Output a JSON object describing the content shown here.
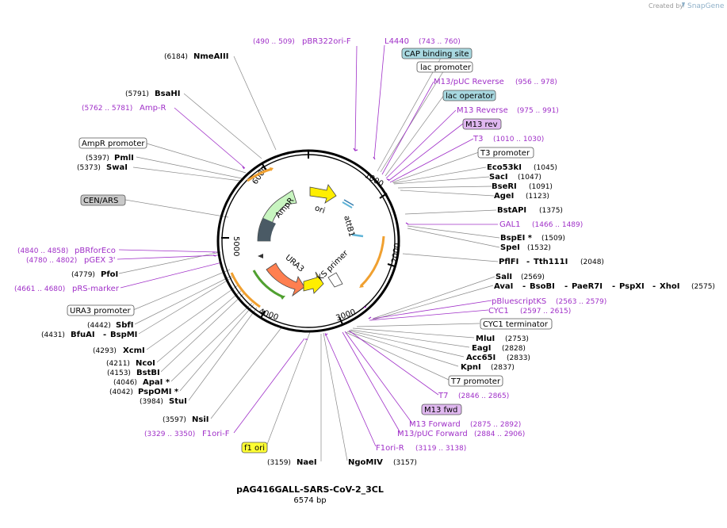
{
  "credit": {
    "created_by": "Created by",
    "brand": "SnapGene"
  },
  "map": {
    "name": "pAG416GALL-SARS-CoV-2_3CL",
    "size": "6574 bp"
  },
  "ticks": [
    "1000",
    "2000",
    "3000",
    "4000",
    "5000",
    "6000"
  ],
  "inner_features": [
    "ori",
    "attB1",
    "AmpR",
    "URA3",
    "KS primer"
  ],
  "enzymes_left": [
    {
      "pos": "(6184)",
      "name": "NmeAIII"
    },
    {
      "pos": "(5791)",
      "name": "BsaHI"
    },
    {
      "pos": "(5397)",
      "name": "PmlI"
    },
    {
      "pos": "(5373)",
      "name": "SwaI"
    },
    {
      "pos": "(4779)",
      "name": "PfoI"
    },
    {
      "pos": "(4442)",
      "name": "SbfI"
    },
    {
      "pos": "(4431)",
      "name": "BfuAI",
      "name2": "BspMI"
    },
    {
      "pos": "(4293)",
      "name": "XcmI"
    },
    {
      "pos": "(4211)",
      "name": "NcoI"
    },
    {
      "pos": "(4153)",
      "name": "BstBI"
    },
    {
      "pos": "(4046)",
      "name": "ApaI *"
    },
    {
      "pos": "(4042)",
      "name": "PspOMI *"
    },
    {
      "pos": "(3984)",
      "name": "StuI"
    },
    {
      "pos": "(3597)",
      "name": "NsiI"
    },
    {
      "pos": "(3159)",
      "name": "NaeI"
    }
  ],
  "features_left": [
    {
      "range": "(5762 .. 5781)",
      "name": "Amp-R"
    },
    {
      "range": "(4840 .. 4858)",
      "name": "pBRforEco"
    },
    {
      "range": "(4780 .. 4802)",
      "name": "pGEX 3'"
    },
    {
      "range": "(4661 .. 4680)",
      "name": "pRS-marker"
    },
    {
      "range": "(3329 .. 3350)",
      "name": "F1ori-F"
    }
  ],
  "boxes_left": [
    "AmpR promoter",
    "CEN/ARS",
    "URA3 promoter",
    "f1 ori"
  ],
  "top_features": [
    {
      "range": "(490 .. 509)",
      "name": "pBR322ori-F"
    },
    {
      "name": "L4440",
      "range": "(743 .. 760)"
    }
  ],
  "boxes_right_top": [
    "CAP binding site",
    "lac promoter",
    "lac operator",
    "M13 rev",
    "T3 promoter"
  ],
  "features_right_top": [
    {
      "name": "M13/pUC Reverse",
      "range": "(956 .. 978)"
    },
    {
      "name": "M13 Reverse",
      "range": "(975 .. 991)"
    },
    {
      "name": "T3",
      "range": "(1010 .. 1030)"
    }
  ],
  "enzymes_right": [
    {
      "name": "Eco53kI",
      "pos": "(1045)"
    },
    {
      "name": "SacI",
      "pos": "(1047)"
    },
    {
      "name": "BseRI",
      "pos": "(1091)"
    },
    {
      "name": "AgeI",
      "pos": "(1123)"
    },
    {
      "name": "BstAPI",
      "pos": "(1375)"
    },
    {
      "name": "BspEI *",
      "pos": "(1509)"
    },
    {
      "name": "SpeI",
      "pos": "(1532)"
    },
    {
      "name": "PflFI",
      "name2": "Tth111I",
      "pos": "(2048)"
    },
    {
      "name": "SalI",
      "pos": "(2569)"
    },
    {
      "name": "AvaI",
      "name2": "BsoBI",
      "name3": "PaeR7I",
      "name4": "PspXI",
      "name5": "XhoI",
      "pos": "(2575)"
    },
    {
      "name": "MluI",
      "pos": "(2753)"
    },
    {
      "name": "EagI",
      "pos": "(2828)"
    },
    {
      "name": "Acc65I",
      "pos": "(2833)"
    },
    {
      "name": "KpnI",
      "pos": "(2837)"
    },
    {
      "name": "NgoMIV",
      "pos": "(3157)"
    }
  ],
  "features_right": [
    {
      "name": "GAL1",
      "range": "(1466 .. 1489)"
    },
    {
      "name": "pBluescriptKS",
      "range": "(2563 .. 2579)"
    },
    {
      "name": "CYC1",
      "range": "(2597 .. 2615)"
    },
    {
      "name": "T7",
      "range": "(2846 .. 2865)"
    },
    {
      "name": "M13 Forward",
      "range": "(2875 .. 2892)"
    },
    {
      "name": "M13/pUC Forward",
      "range": "(2884 .. 2906)"
    },
    {
      "name": "F1ori-R",
      "range": "(3119 .. 3138)"
    }
  ],
  "boxes_right_bottom": [
    "CYC1 terminator",
    "T7 promoter",
    "M13 fwd"
  ],
  "colors": {
    "ring": "#000000",
    "leader": "#888888",
    "primer": "#a030c8",
    "ori": "#ffee00",
    "ampr": "#c8f5c0",
    "ura3": "#ff7f50",
    "ks": "#ffee00",
    "attb1": "#5fb4d8",
    "promoter_box": "#ffffff",
    "cap_box": "#a8d8e0",
    "cen_box": "#c8c8c8",
    "f1_box": "#ffff33",
    "m13_box": "#e0b8f0",
    "feature_arc_orange": "#f0a030",
    "feature_arc_green": "#50a030"
  }
}
